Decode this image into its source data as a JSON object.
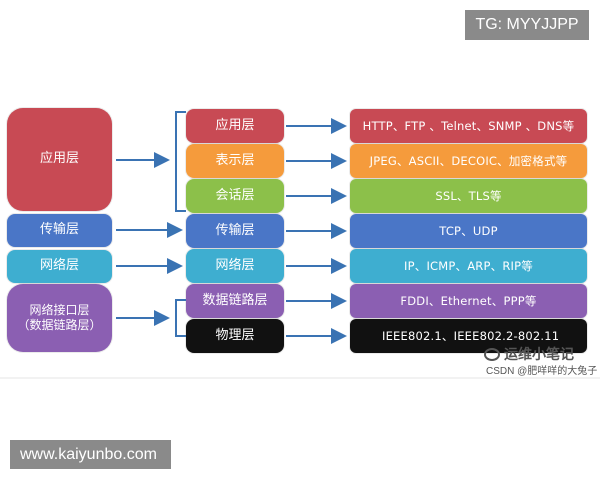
{
  "overlays": {
    "tg": "TG: MYYJJPP",
    "site": "www.kaiyunbo.com"
  },
  "left_layers": [
    {
      "label": "应用层"
    },
    {
      "label": "传输层"
    },
    {
      "label": "网络层"
    },
    {
      "label": "网络接口层\n（数据链路层）"
    }
  ],
  "mid_layers": [
    {
      "label": "应用层"
    },
    {
      "label": "表示层"
    },
    {
      "label": "会话层"
    },
    {
      "label": "传输层"
    },
    {
      "label": "网络层"
    },
    {
      "label": "数据链路层"
    },
    {
      "label": "物理层"
    }
  ],
  "protocols": [
    {
      "text": "HTTP、FTP 、Telnet、SNMP 、DNS等"
    },
    {
      "text": "JPEG、ASCII、DECOIC、加密格式等"
    },
    {
      "text": "SSL、TLS等"
    },
    {
      "text": "TCP、UDP"
    },
    {
      "text": "IP、ICMP、ARP、RIP等"
    },
    {
      "text": "FDDI、Ethernet、PPP等"
    },
    {
      "text": "IEEE802.1、IEEE802.2-802.11"
    }
  ],
  "watermark": {
    "wechat": "运维小笔记",
    "csdn": "CSDN @肥咩咩的大兔子"
  },
  "colors": {
    "application": "#c84a54",
    "presentation": "#f59b3c",
    "session": "#8cc04a",
    "transport": "#4a76c7",
    "network": "#3eaed0",
    "datalink": "#8b5fb2",
    "physical": "#111111",
    "arrow": "#3a73b3"
  }
}
